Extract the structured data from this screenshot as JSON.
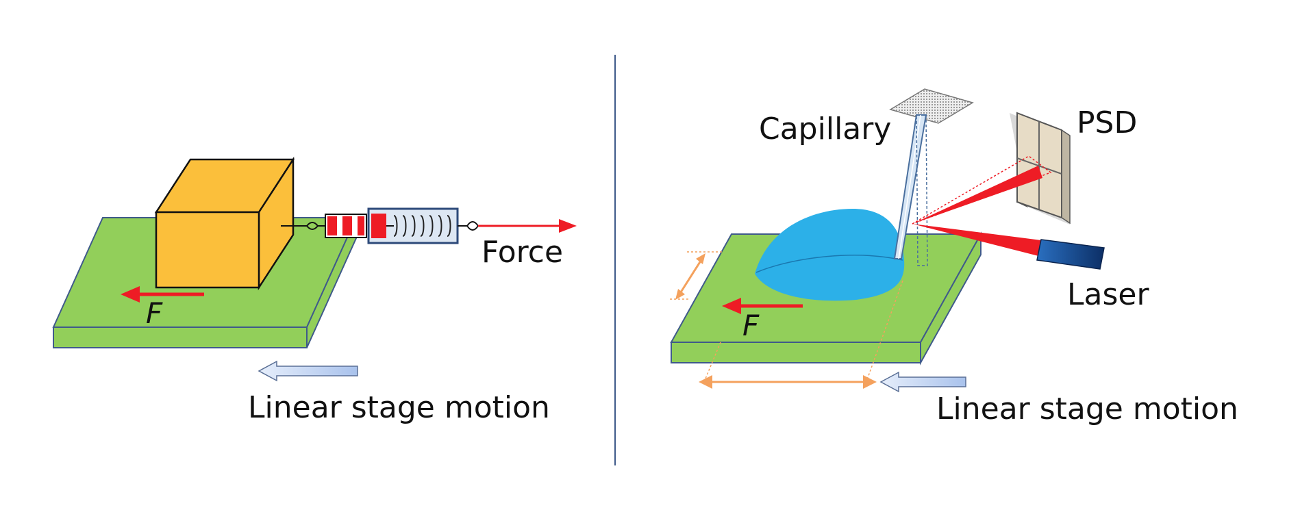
{
  "left_panel": {
    "force_label": "Force",
    "friction_label": "F",
    "stage_motion_label": "Linear stage motion"
  },
  "right_panel": {
    "capillary_label": "Capillary",
    "psd_label": "PSD",
    "laser_label": "Laser",
    "friction_label": "F",
    "stage_motion_label": "Linear stage motion"
  },
  "colors": {
    "stage_green": "#92cf5a",
    "block_orange": "#fbbf3b",
    "droplet_blue": "#2cb0e8",
    "force_red": "#ee1c25",
    "motion_arrow_blue": "#b9cff0",
    "dimension_orange": "#f4a15d",
    "outline_blue": "#3f5a8a"
  }
}
